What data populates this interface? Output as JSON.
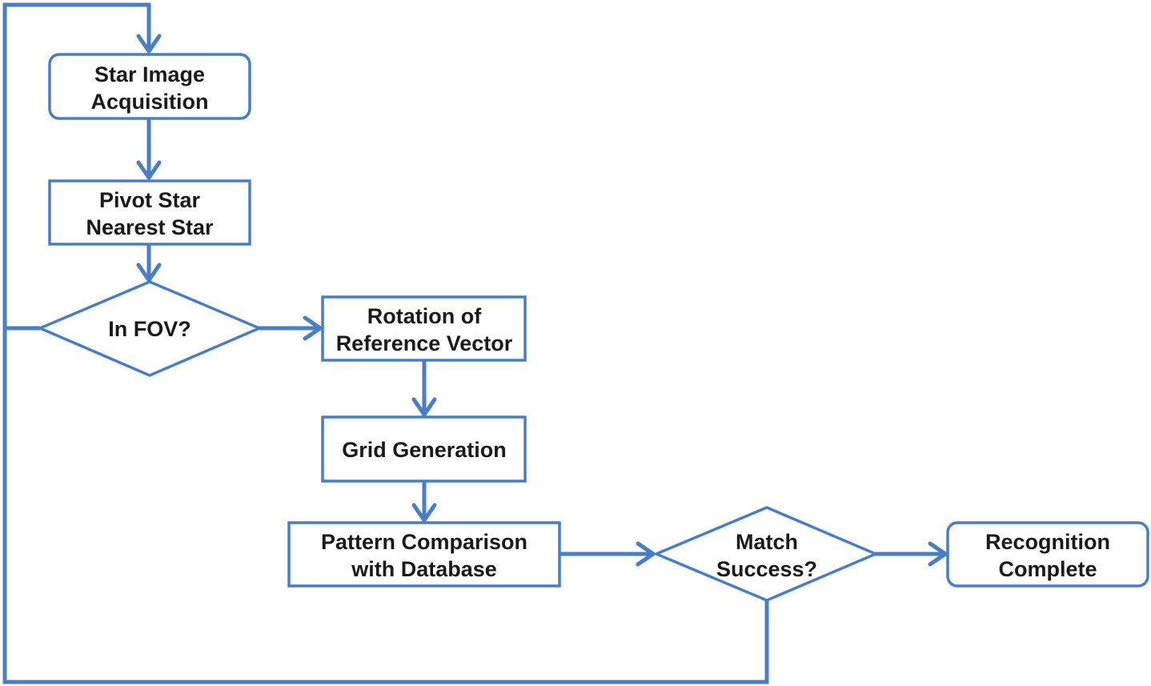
{
  "diagram": {
    "colors": {
      "stroke": "#4a7ec4",
      "fill": "#ffffff",
      "text": "#1a1a1a"
    },
    "nodes": {
      "star_image_acquisition": {
        "lines": [
          "Star Image",
          "Acquisition"
        ],
        "shape": "rounded-rectangle"
      },
      "pivot_star": {
        "lines": [
          "Pivot Star",
          "Nearest Star"
        ],
        "shape": "rectangle"
      },
      "in_fov": {
        "lines": [
          "In FOV?"
        ],
        "shape": "diamond"
      },
      "rotation_reference": {
        "lines": [
          "Rotation of",
          "Reference Vector"
        ],
        "shape": "rectangle"
      },
      "grid_generation": {
        "lines": [
          "Grid Generation"
        ],
        "shape": "rectangle"
      },
      "pattern_comparison": {
        "lines": [
          "Pattern Comparison",
          "with Database"
        ],
        "shape": "rectangle"
      },
      "match_success": {
        "lines": [
          "Match",
          "Success?"
        ],
        "shape": "diamond"
      },
      "recognition_complete": {
        "lines": [
          "Recognition",
          "Complete"
        ],
        "shape": "rounded-rectangle"
      }
    }
  }
}
